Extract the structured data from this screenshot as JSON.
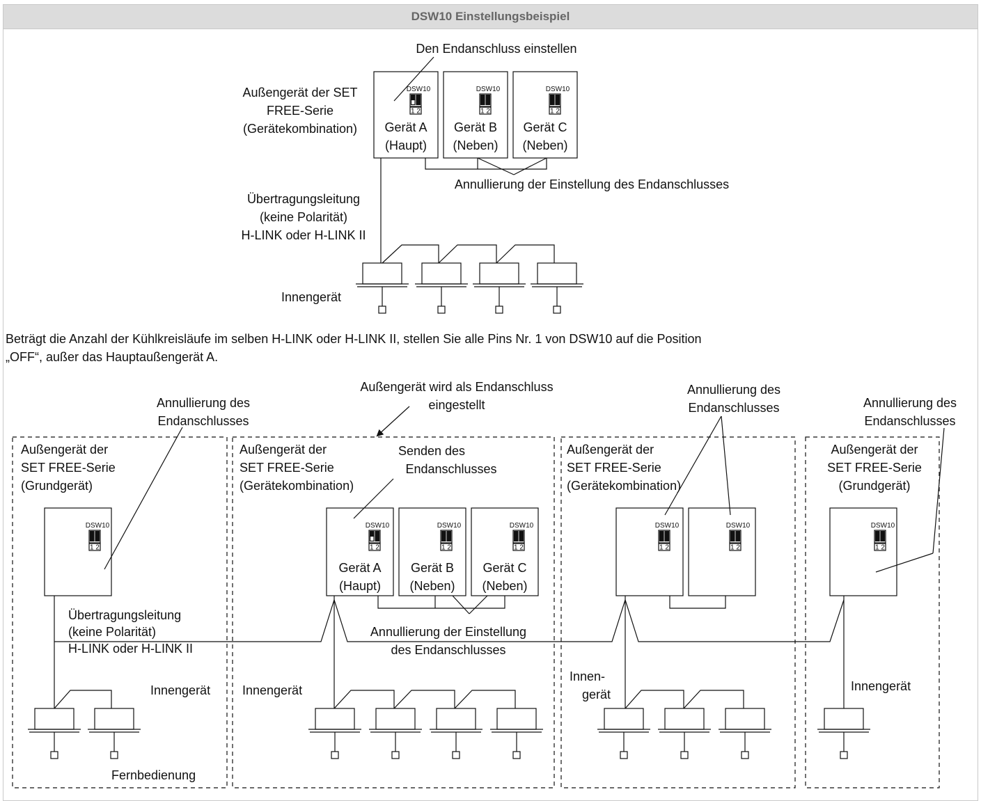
{
  "title": "DSW10 Einstellungsbeispiel",
  "note_line1": "Beträgt die Anzahl der Kühlkreisläufe im selben H-LINK oder H-LINK II, stellen Sie alle Pins Nr. 1 von DSW10 auf die Position",
  "note_line2": "„OFF“, außer das Hauptaußengerät A.",
  "top": {
    "set_terminal": "Den Endanschluss einstellen",
    "outdoor_label": [
      "Außengerät der SET",
      "FREE-Serie",
      "(Gerätekombination)"
    ],
    "units": [
      {
        "name": "Gerät A",
        "role": "(Haupt)"
      },
      {
        "name": "Gerät B",
        "role": "(Neben)"
      },
      {
        "name": "Gerät C",
        "role": "(Neben)"
      }
    ],
    "cancel_label": "Annullierung der Einstellung des Endanschlusses",
    "line_label": [
      "Übertragungsleitung",
      "(keine Polarität)",
      "H-LINK oder H-LINK II"
    ],
    "indoor_label": "Innengerät"
  },
  "bottom": {
    "outdoor_terminal": [
      "Außengerät wird als Endanschluss",
      "eingestellt"
    ],
    "cancel_short": [
      "Annullierung des",
      "Endanschlusses"
    ],
    "group1_label": [
      "Außengerät der",
      "SET FREE-Serie",
      "(Grundgerät)"
    ],
    "group2_label": [
      "Außengerät der",
      "SET FREE-Serie",
      "(Gerätekombination)"
    ],
    "group3_label": [
      "Außengerät der",
      "SET FREE-Serie",
      "(Gerätekombination)"
    ],
    "group4_label": [
      "Außengerät der",
      "SET FREE-Serie",
      "(Grundgerät)"
    ],
    "send_terminal": [
      "Senden des",
      "Endanschlusses"
    ],
    "units": [
      {
        "name": "Gerät A",
        "role": "(Haupt)"
      },
      {
        "name": "Gerät B",
        "role": "(Neben)"
      },
      {
        "name": "Gerät C",
        "role": "(Neben)"
      }
    ],
    "line_label": [
      "Übertragungsleitung",
      "(keine Polarität)",
      "H-LINK oder H-LINK II"
    ],
    "cancel_setting": [
      "Annullierung der Einstellung",
      "des Endanschlusses"
    ],
    "indoor_label": "Innengerät",
    "indoor_split": [
      "Innen-",
      "gerät"
    ],
    "remote_label": "Fernbedienung"
  },
  "dsw_label": "DSW10",
  "pin_labels": "1 2"
}
